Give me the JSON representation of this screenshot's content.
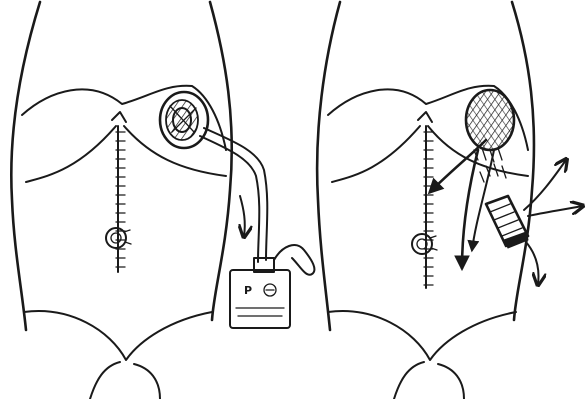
{
  "ink_color": "#1a1a1a",
  "paper_color": "#ffffff",
  "panels": [
    {
      "id": "left",
      "depicts": [
        "torso",
        "midline-incision",
        "stoma-site",
        "wound-in-left-upper-quadrant",
        "drainage-tubes",
        "collection-container"
      ]
    },
    {
      "id": "right",
      "depicts": [
        "torso",
        "midline-incision",
        "stoma-site",
        "hatched-wound",
        "irrigation-catheter",
        "flow-arrows"
      ]
    }
  ],
  "container_labels": {
    "left_mark": "P",
    "right_mark": "⊖"
  }
}
